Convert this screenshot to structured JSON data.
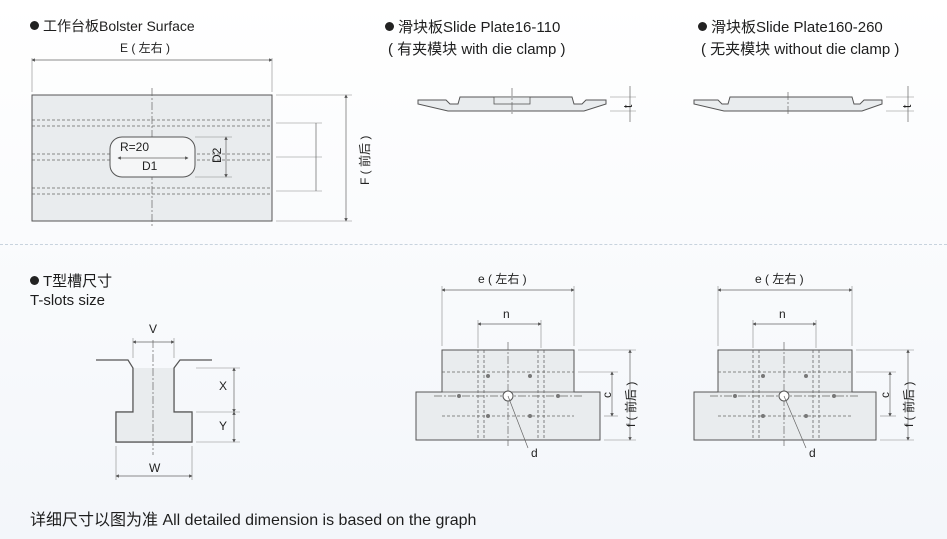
{
  "sections": {
    "bolster": {
      "title": "工作台板Bolster Surface"
    },
    "slide_clamp": {
      "title": "滑块板Slide Plate16-110",
      "subtitle": "( 有夹模块 with die clamp )"
    },
    "slide_noclamp": {
      "title": "滑块板Slide Plate160-260",
      "subtitle": "( 无夹模块 without die clamp )"
    },
    "tslot": {
      "title": "T型槽尺寸",
      "subtitle": "T-slots size"
    }
  },
  "dims": {
    "E": "E ( 左右 )",
    "F": "F ( 前后 )",
    "R": "R=20",
    "D1": "D1",
    "D2": "D2",
    "t": "t",
    "V": "V",
    "X": "X",
    "Y": "Y",
    "W": "W",
    "e": "e ( 左右 )",
    "n": "n",
    "c": "c",
    "f": "f ( 前后 )",
    "d": "d"
  },
  "footnote": "详细尺寸以图为准 All detailed dimension is based on the graph"
}
